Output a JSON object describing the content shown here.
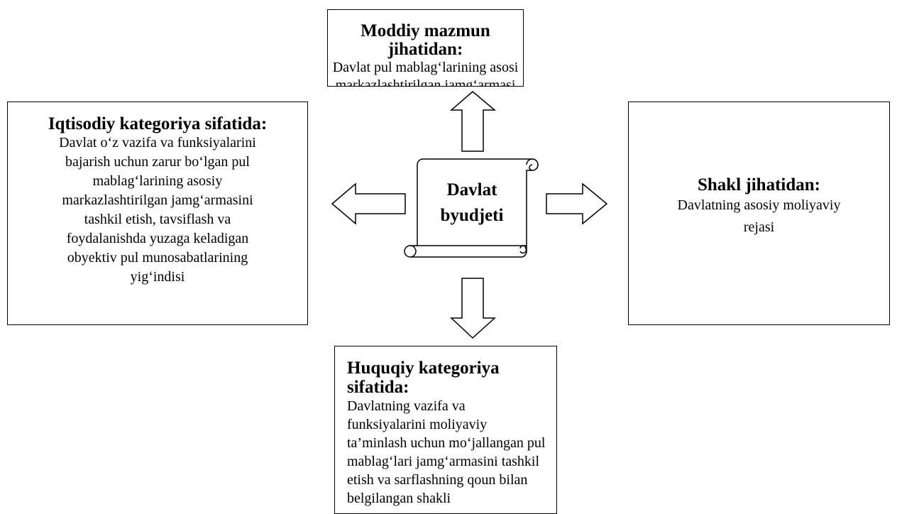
{
  "center": {
    "line1": "Davlat",
    "line2": "byudjeti"
  },
  "top_box": {
    "title": "Moddiy mazmun jihatidan:",
    "body_lines": [
      "Davlat pul mablag‘larining asosi",
      "markazlashtirilgan jamg‘armasi"
    ]
  },
  "left_box": {
    "title": "Iqtisodiy kategoriya sifatida:",
    "body_lines": [
      "Davlat o‘z vazifa va funksiyalarini",
      "bajarish uchun zarur bo‘lgan pul",
      "mablag‘larining asosiy",
      "markazlashtirilgan jamg‘armasini",
      "tashkil etish, tavsiflash va",
      "foydalanishda yuzaga keladigan",
      "obyektiv pul munosabatlarining",
      "yig‘indisi"
    ]
  },
  "right_box": {
    "title": "Shakl jihatidan:",
    "body_lines": [
      "Davlatning asosiy moliyaviy",
      "rejasi"
    ]
  },
  "bottom_box": {
    "title": "Huquqiy kategoriya sifatida:",
    "body_lines": [
      "Davlatning vazifa va",
      "funksiyalarini moliyaviy",
      "ta’minlash uchun mo‘jallangan pul",
      "mablag‘lari jamg‘armasini tashkil",
      "etish va sarflashning qoun bilan",
      "belgilangan shakli"
    ]
  },
  "colors": {
    "stroke": "#000000",
    "background": "#ffffff"
  }
}
